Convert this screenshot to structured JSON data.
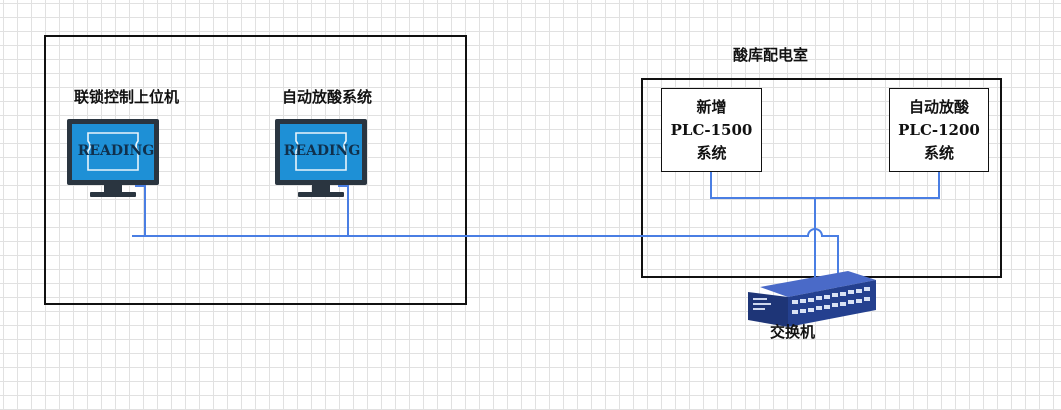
{
  "labels": {
    "interlock_pc": "联锁控制上位机",
    "auto_acid_system": "自动放酸系统",
    "acid_room": "酸库配电室",
    "switch": "交换机"
  },
  "monitors": {
    "screen_text": "READING"
  },
  "boxes": {
    "new_plc": {
      "line1": "新增",
      "line2": "PLC-1500",
      "line3": "系统"
    },
    "auto_plc": {
      "line1": "自动放酸",
      "line2": "PLC-1200",
      "line3": "系统"
    }
  },
  "colors": {
    "network_line": "#4a7ee3",
    "monitor_screen": "#1e90d6",
    "monitor_frame": "#2a3540",
    "switch_body": "#2b4a9b",
    "border": "#111111"
  }
}
